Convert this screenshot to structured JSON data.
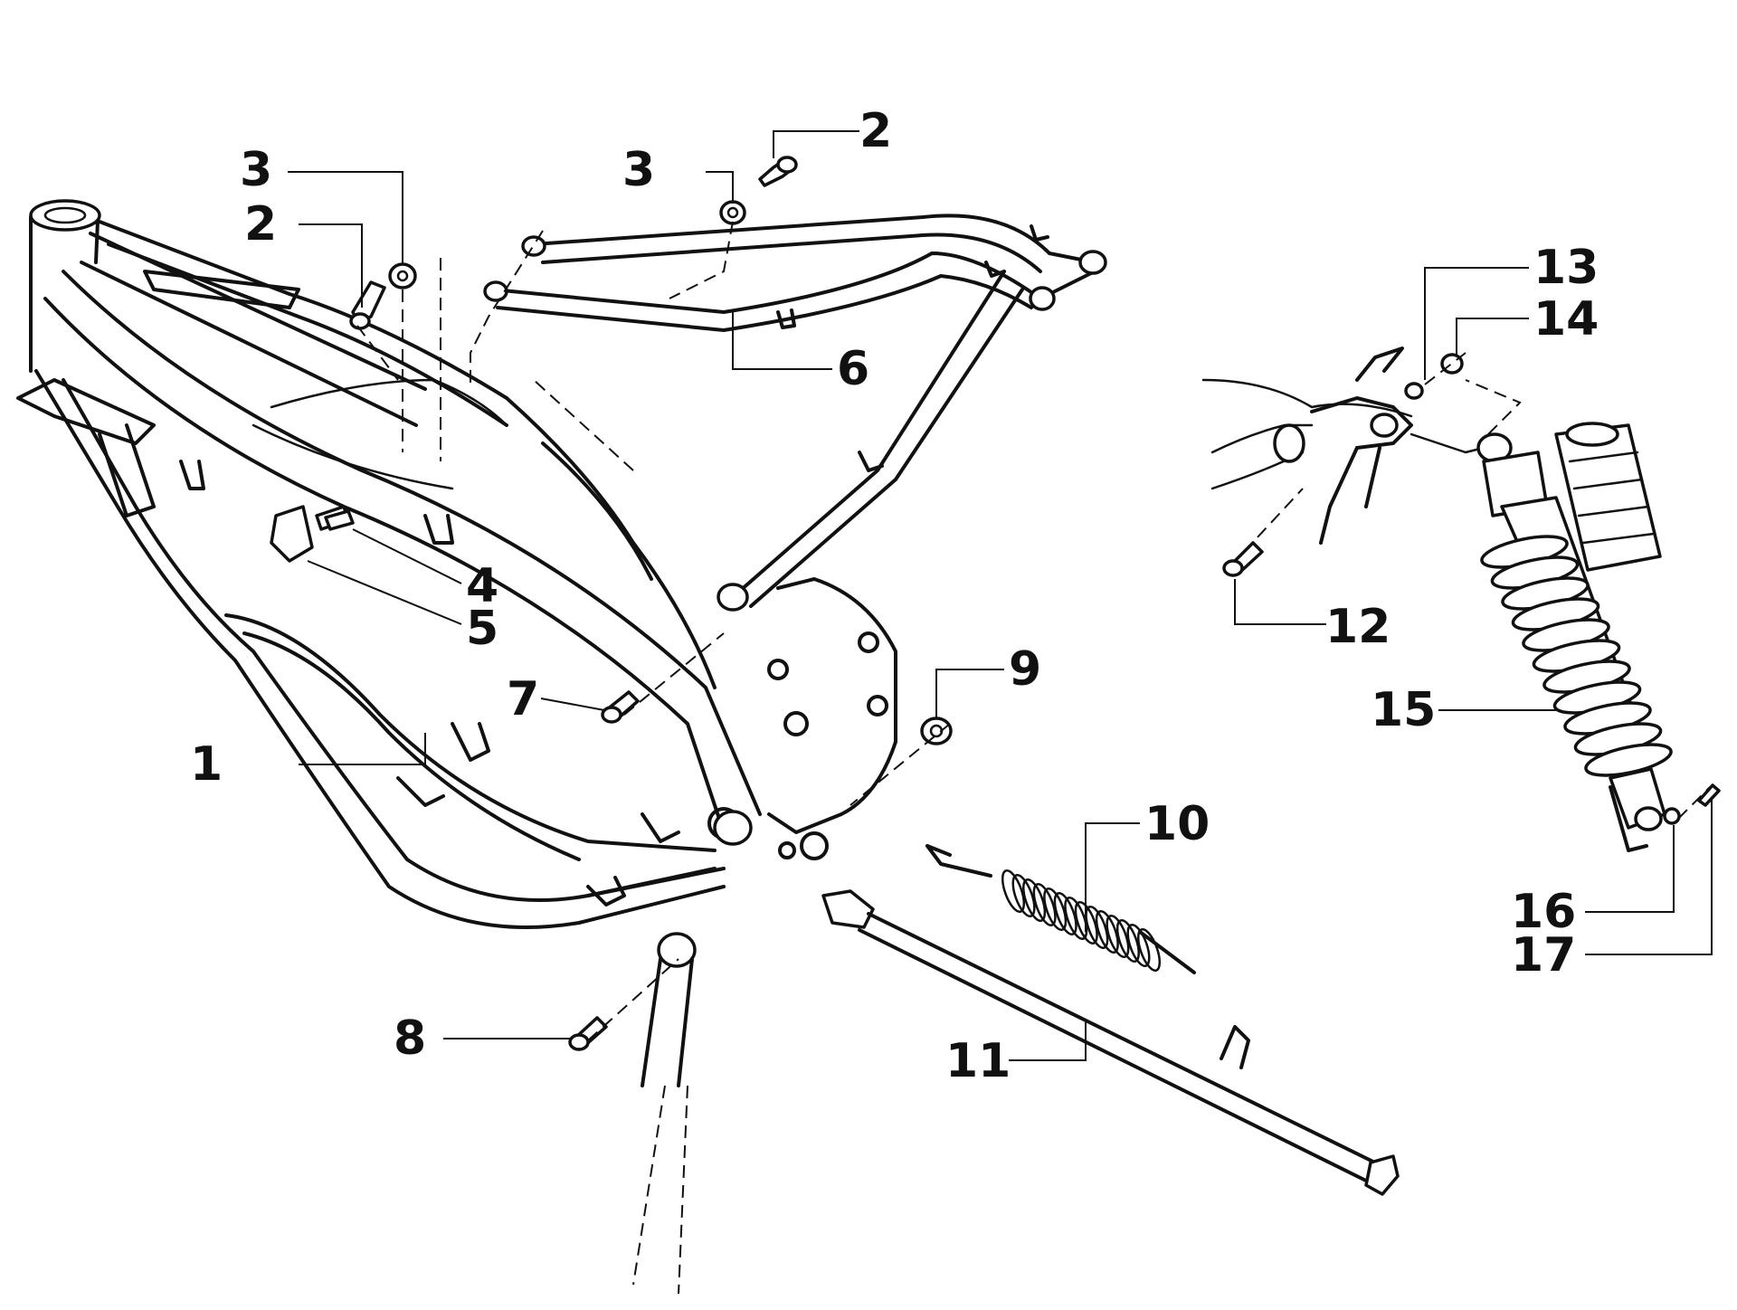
{
  "diagram": {
    "callouts": [
      {
        "id": "c1",
        "label": "1"
      },
      {
        "id": "c2a",
        "label": "2"
      },
      {
        "id": "c2b",
        "label": "2"
      },
      {
        "id": "c3a",
        "label": "3"
      },
      {
        "id": "c3b",
        "label": "3"
      },
      {
        "id": "c4",
        "label": "4"
      },
      {
        "id": "c5",
        "label": "5"
      },
      {
        "id": "c6",
        "label": "6"
      },
      {
        "id": "c7",
        "label": "7"
      },
      {
        "id": "c8",
        "label": "8"
      },
      {
        "id": "c9",
        "label": "9"
      },
      {
        "id": "c10",
        "label": "10"
      },
      {
        "id": "c11",
        "label": "11"
      },
      {
        "id": "c12",
        "label": "12"
      },
      {
        "id": "c13",
        "label": "13"
      },
      {
        "id": "c14",
        "label": "14"
      },
      {
        "id": "c15",
        "label": "15"
      },
      {
        "id": "c16",
        "label": "16"
      },
      {
        "id": "c17",
        "label": "17"
      }
    ]
  }
}
